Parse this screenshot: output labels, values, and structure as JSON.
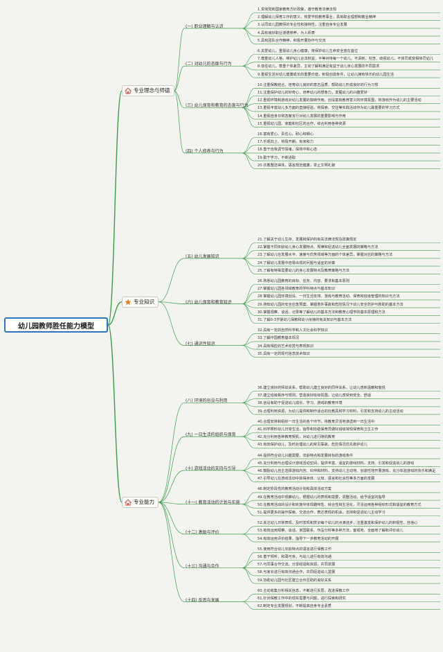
{
  "root": "幼儿园教师胜任能力模型",
  "colors": {
    "line": "#3a9a4a",
    "root_border": "#2d73c4",
    "home": "#d2453a",
    "star": "#e47b1f"
  },
  "branches": [
    {
      "label": "专业理念与师德",
      "icon": "home-icon",
      "subs": [
        {
          "label": "(一) 职业理解与认识",
          "leaves": [
            "1.贯彻党和国家教育方针政策，遵守教育法律法规",
            "2.理解幼儿保育工作的意义，热爱学前教育事业，具有职业理想和敬业精神",
            "3.认同幼儿园教师的专业性和独特性，注重自身专业发展",
            "4.具有良好职业道德修养，为人师表",
            "5.具有团队合作精神，积极开展协作与交流"
          ]
        },
        {
          "label": "(二) 对幼儿的态度与行为",
          "leaves": [
            "6.关爱幼儿，重视幼儿身心健康，将保护幼儿生命安全放在首位",
            "7.尊重幼儿人格，维护幼儿合法权益，平等对待每一个幼儿。不讽刺、挖苦、歧视幼儿，不体罚或变相体罚幼儿",
            "8.信任幼儿，尊重个体差异，主动了解和满足有益于幼儿身心发展的不同需求",
            "9.重视生活对幼儿健康成长的重要价值，积极创造条件，让幼儿拥有快乐的幼儿园生活"
          ]
        },
        {
          "label": "(三) 幼儿保育和教育的态度与行为",
          "leaves": [
            "10.注重保教结合，培育幼儿良好的意志品质，帮助幼儿形成良好的行为习惯",
            "11.注重保护幼儿的好奇心，培养幼儿的想象力，发掘幼儿的兴趣爱好",
            "12.重视环境和游戏对幼儿发展的独特作用，创设富有教育意义的环境氛围，将游戏作为幼儿的主要活动",
            "13.重视丰富幼儿多方面的直接经验，将探索、交往等实践活动作为幼儿最重要的学习方式",
            "14.重视自身日常态度言行对幼儿发展的重要影响与作用",
            "15.重视幼儿园、家庭和社区的合作，综合利用各种资源"
          ]
        },
        {
          "label": "(四) 个人修养与行为",
          "leaves": [
            "16.富有爱心、责任心、耐心和细心",
            "17.乐观向上、热情开朗，有亲和力",
            "18.善于自我调节情绪，保持平和心态",
            "19.勤于学习，不断进取",
            "20.衣着整洁得体，语言规范健康，举止文明礼貌"
          ]
        }
      ]
    },
    {
      "label": "专业知识",
      "icon": "star-icon",
      "subs": [
        {
          "label": "(五) 幼儿发展知识",
          "leaves": [
            "21.了解关于幼儿生存、发展和保护的有关法律法规及政策规定",
            "22.掌握不同年龄幼儿身心发展特点、规律和促进幼儿全面发展的策略与方法",
            "23.了解幼儿在发展水平、速度与优势领域等方面的个体差异，掌握对应的策略与方法",
            "24.了解幼儿发展中容易出现的问题与适宜的对策",
            "25.了解有特殊需要幼儿的身心发展特点及教育策略与方法"
          ]
        },
        {
          "label": "(六) 幼儿保育和教育知识",
          "leaves": [
            "26.熟悉幼儿园教育的目标、任务、内容、要求和基本原则",
            "27.掌握幼儿园各领域教育的学科特点与基本知识",
            "28.掌握幼儿园环境创设、一日生活安排、游戏与教育活动、保育和班级管理的知识与方法",
            "29.熟知幼儿园的安全应急预案，掌握意外事故和危险情况下幼儿安全防护与救助的基本方法",
            "30.掌握观察、谈话、记录等了解幼儿的基本方法和教育心理学的基本原理和方法",
            "31.了解0-3岁婴幼儿保教和幼小衔接的有关知识与基本方法"
          ]
        },
        {
          "label": "(七) 通识性知识",
          "leaves": [
            "32.具有一定的自然科学和人文社会科学知识",
            "33.了解中国教育基本情况",
            "34.具有相应的艺术欣赏与表现知识",
            "35.具有一定的现代信息技术知识"
          ]
        }
      ]
    },
    {
      "label": "专业能力",
      "icon": "home-icon",
      "subs": [
        {
          "label": "(八) 环境的创设与利用",
          "leaves": [
            "36.建立良好的师幼关系，帮助幼儿建立良好的同伴关系，让幼儿感到温暖和愉悦",
            "37.建立班级秩序与规则，营造良好班级氛围，让幼儿感受到安全、舒适",
            "38.创设有助于促进幼儿成长、学习、游戏的教育环境",
            "39.合理利用资源，为幼儿提供和制作适合的玩教具和学习材料，引发和支持幼儿的主动活动"
          ]
        },
        {
          "label": "(九) 一日生活的组织与保育",
          "leaves": [
            "40.合理安排和组织一日生活的各个环节，将教育灵活地渗透到一日生活中",
            "41.科学照料幼儿日常生活，指导和协助保育员做好班级常规保育和卫生工作",
            "42.充分利用各种教育契机，对幼儿进行随机教育",
            "43.有效保护幼儿，及时处理幼儿的常见事故，危险情况优先救护幼儿"
          ]
        },
        {
          "label": "(十) 游戏活动的支持与引导",
          "leaves": [
            "44.提供符合幼儿兴趣需要、年龄特点和发展目标的游戏条件",
            "45.充分利用与合理设计游戏活动空间，提供丰富、适宜的游戏材料，支持、引发和促进幼儿的游戏",
            "46.鼓励幼儿自主选择游戏内容、伙伴和材料，支持幼儿主动地、创造性地开展游戏，充分体验游戏的快乐和满足",
            "47.引导幼儿在游戏活动中获得身体、认知、语言和社会性等多方面的发展"
          ]
        },
        {
          "label": "(十一) 教育活动的计划与实施",
          "leaves": [
            "48.制定阶段性的教育活动计划和具体活动方案",
            "49.在教育活动中观察幼儿，根据幼儿的表现和需要，调整活动，给予适宜的指导",
            "50.在教育活动的设计和实施中体现趣味性、综合性和生活化，灵活运用各种组织形式和适宜的教育方式",
            "51.提供更多的操作探索、交流合作、表达表现的机会，支持和促进幼儿主动学习"
          ]
        },
        {
          "label": "(十二) 激励与评价",
          "leaves": [
            "52.关注幼儿日常表现，及时发现和赏识每个幼儿的点滴进步，注重激发和保护幼儿的积极性、自信心",
            "53.有效运用观察、谈话、家园联系、作品分析等多种方法，客观地、全面地了解和评价幼儿",
            "54.有效运用评价结果，指导下一步教育活动的开展"
          ]
        },
        {
          "label": "(十三) 沟通与合作",
          "leaves": [
            "55.使用符合幼儿年龄特点的语言进行保教工作",
            "56.善于倾听，和蔼可亲，与幼儿进行有效沟通",
            "57.与同事合作交流，分享经验和资源，共同发展",
            "58.与家长进行有效沟通合作，共同促进幼儿发展",
            "59.协助幼儿园与社区建立合作互助的良好关系"
          ]
        },
        {
          "label": "(十四) 反思与发展",
          "leaves": [
            "60.主动收集分析相关信息，不断进行反思，改进保教工作",
            "61.针对保教工作中的现实需要与问题，进行探索和研究",
            "62.制定专业发展规划，不断提高自身专业素质"
          ]
        }
      ]
    }
  ]
}
